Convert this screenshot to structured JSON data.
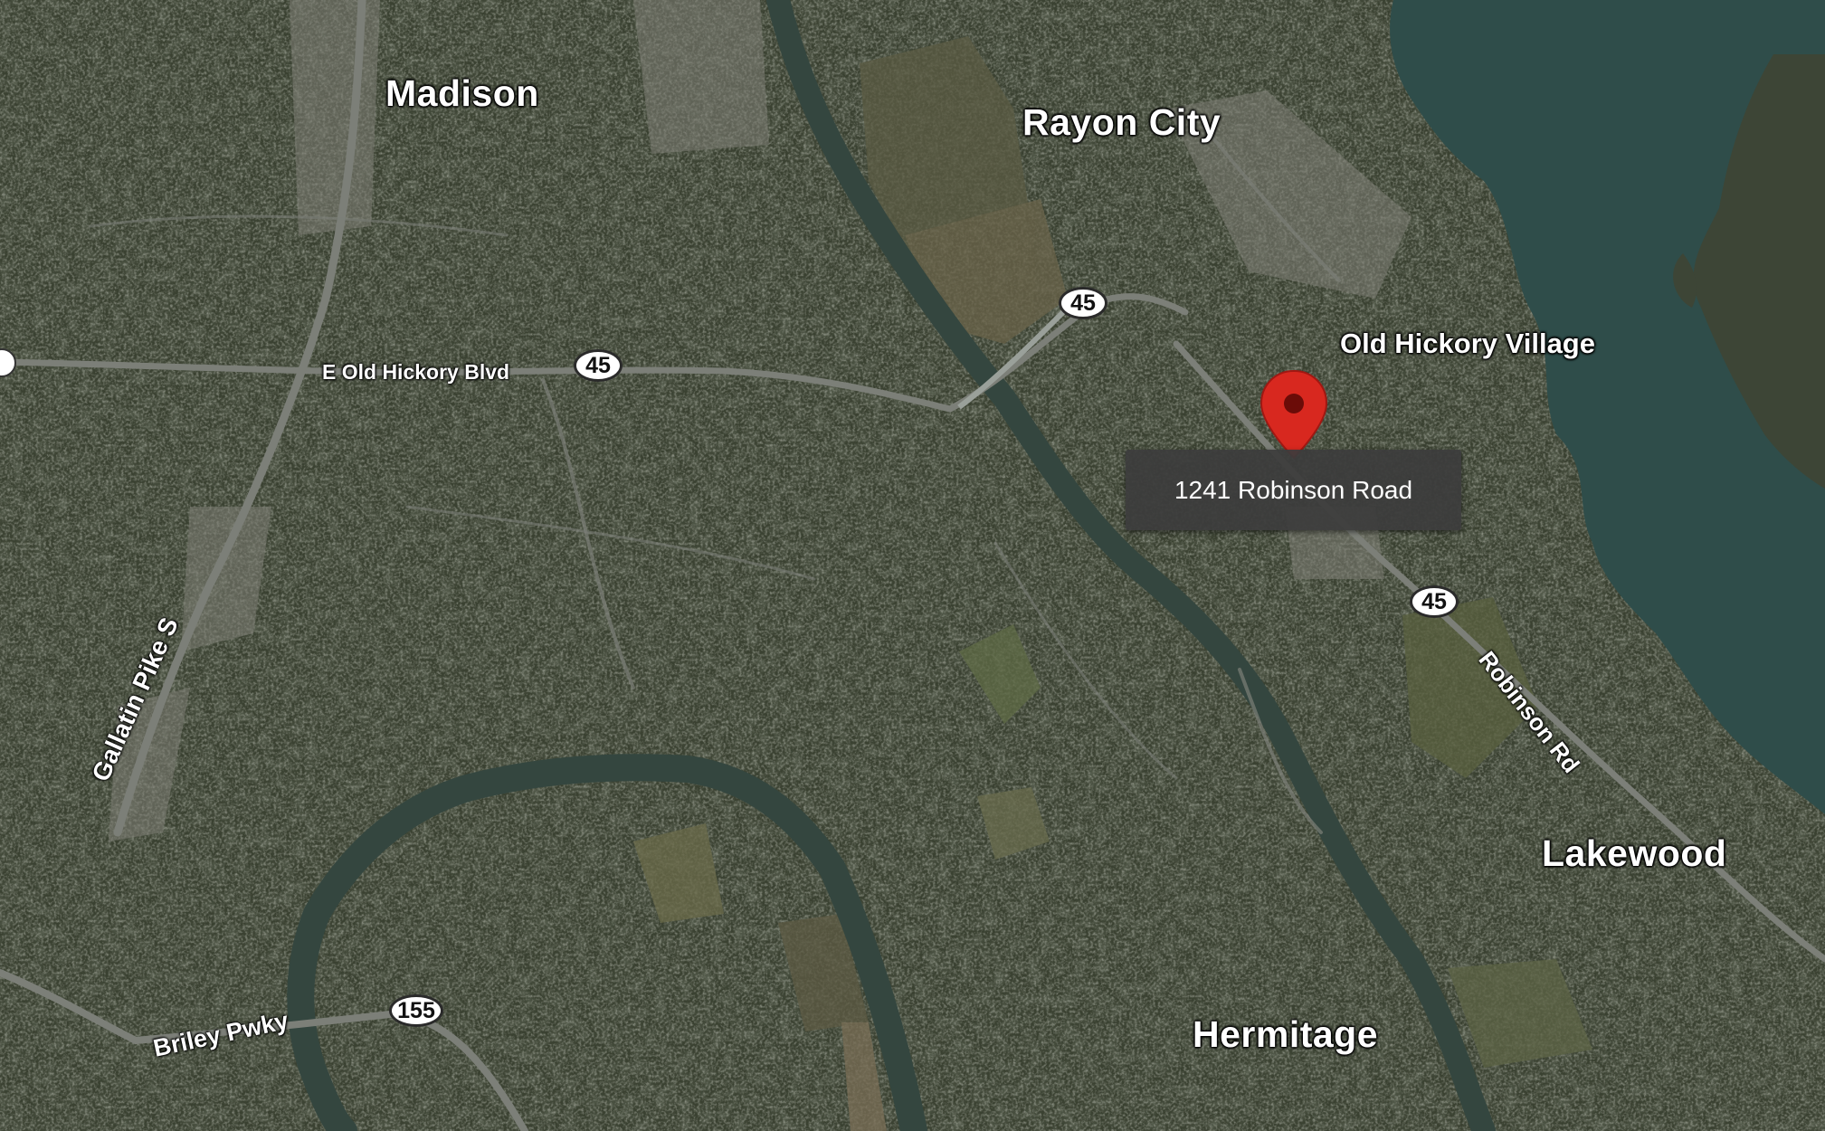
{
  "places": {
    "madison": "Madison",
    "rayon_city": "Rayon City",
    "old_hickory_village": "Old Hickory Village",
    "lakewood": "Lakewood",
    "hermitage": "Hermitage"
  },
  "roads": {
    "old_hickory_blvd": "E Old Hickory Blvd",
    "gallatin_pike": "Gallatin Pike S",
    "briley_pkwy": "Briley Pwky",
    "robinson_rd": "Robinson Rd"
  },
  "shields": {
    "route_45_a": "45",
    "route_45_b": "45",
    "route_45_c": "45",
    "route_155": "155"
  },
  "marker": {
    "address": "1241 Robinson Road",
    "pin_color": "#d8281f"
  },
  "colors": {
    "river": "#34463f",
    "lake": "#2f4d4a",
    "road": "#7c7f78"
  }
}
